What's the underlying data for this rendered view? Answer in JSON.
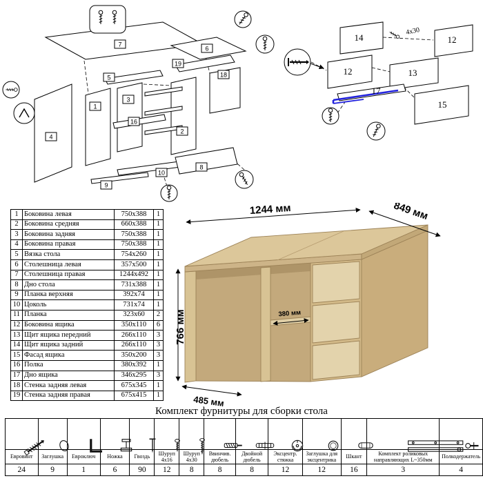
{
  "parts_table": {
    "rows": [
      [
        "1",
        "Боковина левая",
        "750x388",
        "1"
      ],
      [
        "2",
        "Боковина средняя",
        "660x388",
        "1"
      ],
      [
        "3",
        "Боковина задняя",
        "750x388",
        "1"
      ],
      [
        "4",
        "Боковина правая",
        "750x388",
        "1"
      ],
      [
        "5",
        "Вязка стола",
        "754x260",
        "1"
      ],
      [
        "6",
        "Столешница левая",
        "357x500",
        "1"
      ],
      [
        "7",
        "Столешница правая",
        "1244x492",
        "1"
      ],
      [
        "8",
        "Дно стола",
        "731x388",
        "1"
      ],
      [
        "9",
        "Планка верхняя",
        "392x74",
        "1"
      ],
      [
        "10",
        "Цоколь",
        "731x74",
        "1"
      ],
      [
        "11",
        "Планка",
        "323x60",
        "2"
      ],
      [
        "12",
        "Боковина ящика",
        "350x110",
        "6"
      ],
      [
        "13",
        "Щит ящика передний",
        "266x110",
        "3"
      ],
      [
        "14",
        "Щит ящика задний",
        "266x110",
        "3"
      ],
      [
        "15",
        "Фасад ящика",
        "350x200",
        "3"
      ],
      [
        "16",
        "Полка",
        "380x392",
        "1"
      ],
      [
        "17",
        "Дно ящика",
        "346x295",
        "3"
      ],
      [
        "18",
        "Стенка задняя левая",
        "675x345",
        "1"
      ],
      [
        "19",
        "Стенка задняя правая",
        "675x415",
        "1"
      ]
    ]
  },
  "desk": {
    "dim_width": "1244 мм",
    "dim_depth": "849 мм",
    "dim_height": "766 мм",
    "dim_shelf": "380 мм",
    "dim_left_depth": "485 мм",
    "wood_color": "#dcc79a"
  },
  "diagrams": {
    "left_callouts": [
      "7",
      "6",
      "19",
      "18",
      "5",
      "3",
      "1",
      "16",
      "2",
      "4",
      "10",
      "8",
      "9"
    ],
    "right_callouts": [
      "14",
      "12",
      "12",
      "13",
      "17",
      "15"
    ],
    "screw_size_label": "4x30",
    "slide_accent_color": "#2222dd"
  },
  "hardware": {
    "title": "Комплект фурнитуры для сборки стола",
    "items": [
      {
        "name": "Евровинт",
        "qty": "24",
        "icon": "confirmat-screw-icon"
      },
      {
        "name": "Заглушка",
        "qty": "9",
        "icon": "cap-plug-icon"
      },
      {
        "name": "Евроключ",
        "qty": "1",
        "icon": "hex-key-icon"
      },
      {
        "name": "Ножка",
        "qty": "6",
        "icon": "leg-icon"
      },
      {
        "name": "Гвоздь",
        "qty": "90",
        "icon": "nail-icon"
      },
      {
        "name": "Шуруп 4х16",
        "qty": "12",
        "icon": "screw-short-icon"
      },
      {
        "name": "Шуруп 4х30",
        "qty": "8",
        "icon": "screw-long-icon"
      },
      {
        "name": "Ввинчив. дюбель",
        "qty": "8",
        "icon": "threaded-dowel-icon"
      },
      {
        "name": "Двойной дюбель",
        "qty": "8",
        "icon": "double-dowel-icon"
      },
      {
        "name": "Эксцентр. стяжка",
        "qty": "12",
        "icon": "cam-lock-icon"
      },
      {
        "name": "Заглушка для эксцентрика",
        "qty": "12",
        "icon": "cam-cap-icon"
      },
      {
        "name": "Шкант",
        "qty": "16",
        "icon": "dowel-icon"
      },
      {
        "name": "Комплект роликовых направляющих L~350мм",
        "qty": "3",
        "icon": "drawer-slide-icon"
      },
      {
        "name": "Полкодержатель",
        "qty": "4",
        "icon": "shelf-pin-icon"
      }
    ]
  }
}
